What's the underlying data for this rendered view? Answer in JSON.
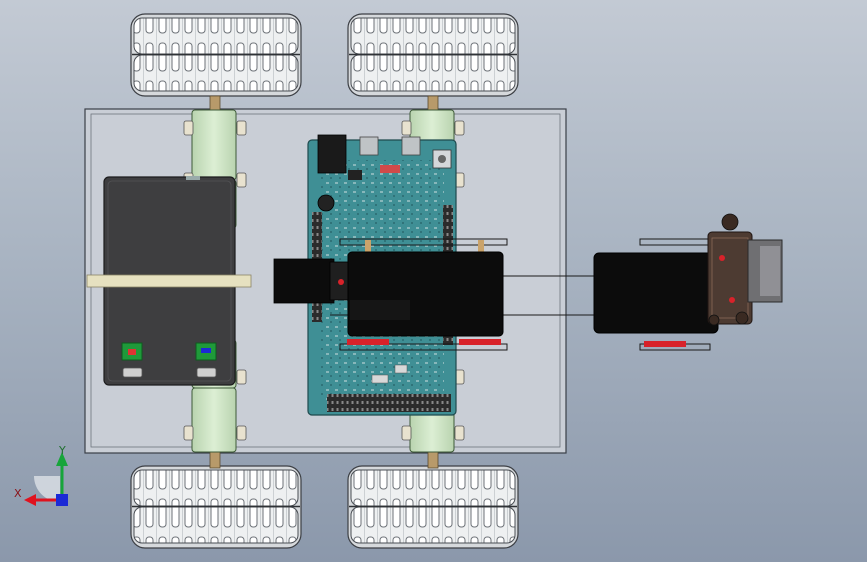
{
  "viewport": {
    "background_top": "#c3cad4",
    "background_bottom": "#8b98ab"
  },
  "model": {
    "components": [
      "chassis-plate",
      "wheel-front-left",
      "wheel-front-right",
      "wheel-rear-left",
      "wheel-rear-right",
      "gear-motor",
      "battery-pack",
      "controller-board",
      "stepper-motor",
      "gripper-assembly"
    ],
    "colors": {
      "chassis_fill": "#c9ced6",
      "chassis_edge": "#3a3f47",
      "tire": "#e6e8ea",
      "motor_green": "#cfe3c7",
      "battery": "#3e3e40",
      "board_teal": "#3f8f95",
      "stepper": "#0c0c0c",
      "strap": "#e6e1c0",
      "connector_red": "#d8222a"
    }
  },
  "triad": {
    "x_label": "X",
    "y_label": "Y",
    "x_color": "#e0121e",
    "y_color": "#17a53a",
    "z_color": "#1c2ad6"
  }
}
